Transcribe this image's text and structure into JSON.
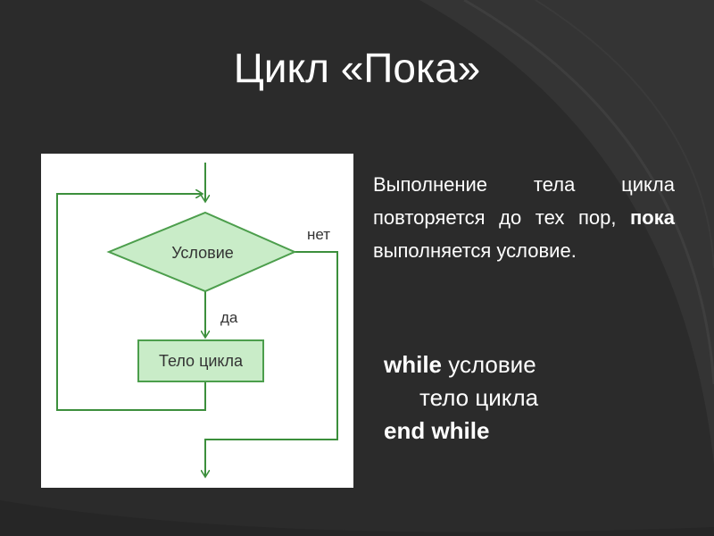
{
  "slide": {
    "title": "Цикл «Пока»"
  },
  "diagram": {
    "condition_label": "Условие",
    "no_label": "нет",
    "yes_label": "да",
    "body_label": "Тело цикла",
    "colors": {
      "shape_fill": "#c9ecc8",
      "shape_stroke": "#4c9e4c",
      "line": "#3c8f3c",
      "text": "#333333"
    }
  },
  "description": {
    "part1": "Выполнение тела цикла повторяется до тех пор, ",
    "bold": "пока",
    "part2": " выполняется условие."
  },
  "code": {
    "line1_kw": "while",
    "line1_rest": " условие",
    "line2": "тело цикла",
    "line3_kw": "end while"
  }
}
